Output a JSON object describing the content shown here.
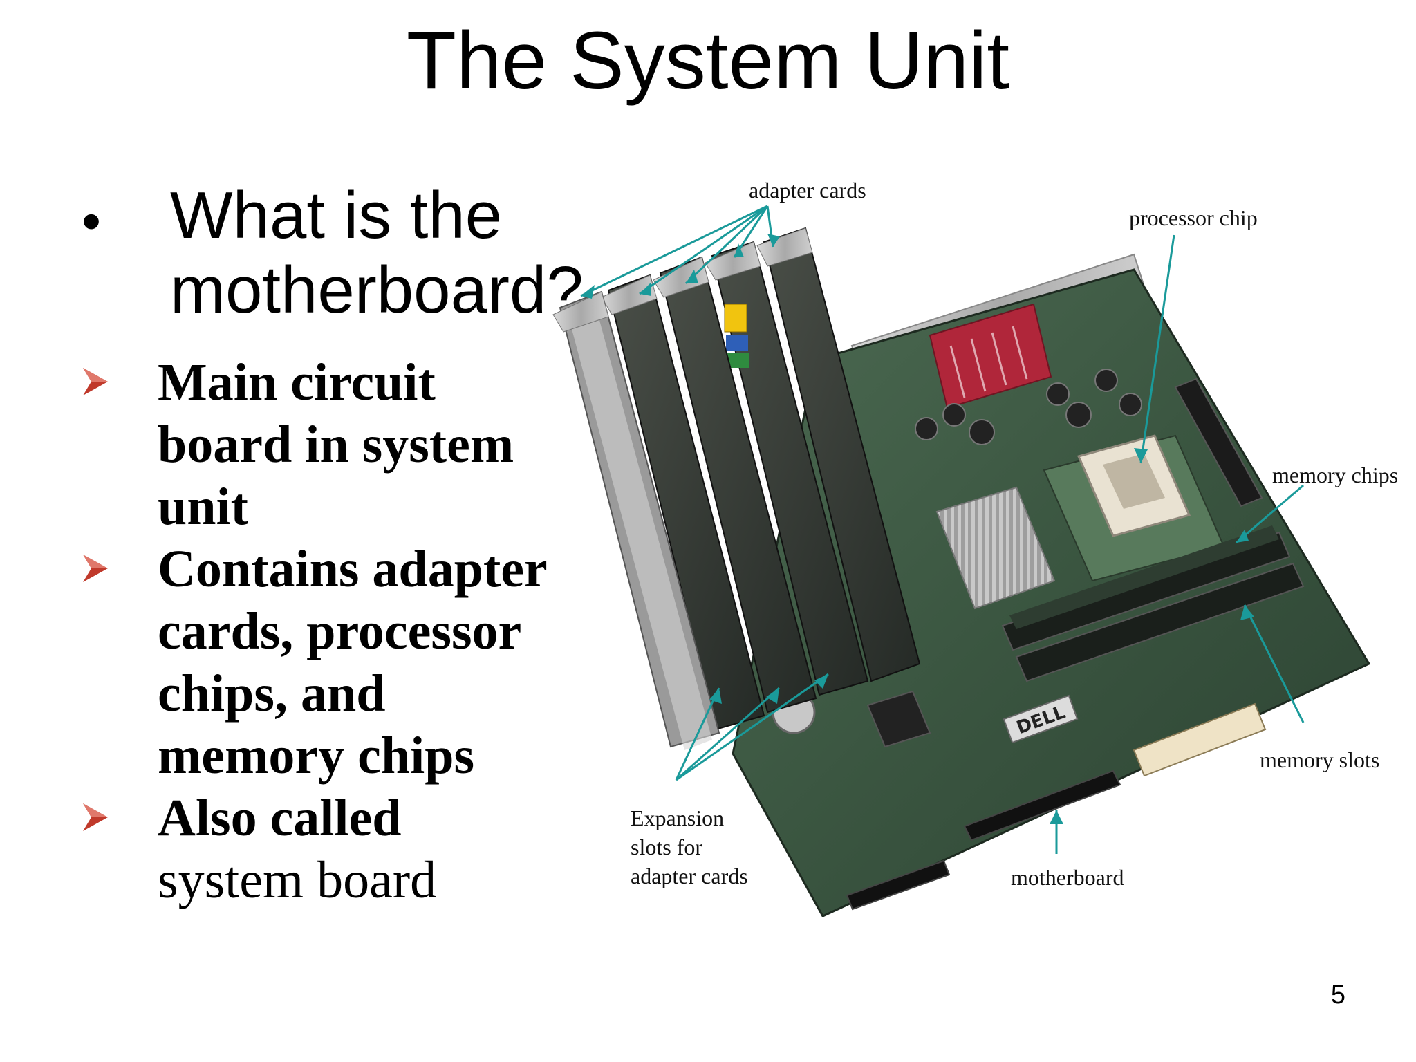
{
  "slide": {
    "title": "The System Unit",
    "question": "What is the motherboard?",
    "bullets": [
      {
        "bold": "Main circuit board in system unit",
        "normal": ""
      },
      {
        "bold": "Contains adapter cards, processor chips, and memory chips",
        "normal": ""
      },
      {
        "bold": "Also called",
        "normal": "system board"
      }
    ],
    "page_number": "5"
  },
  "figure": {
    "labels": {
      "adapter_cards": "adapter cards",
      "processor_chip": "processor chip",
      "memory_chips": "memory chips",
      "memory_slots": "memory slots",
      "motherboard": "motherboard",
      "expansion_1": "Expansion",
      "expansion_2": "slots for",
      "expansion_3": "adapter cards"
    },
    "brand": "DELL",
    "colors": {
      "leader_line": "#1a9a9a",
      "bullet_arrow": "#c0392b",
      "pcb": "#3f5a45",
      "metal": "#b8b8b8"
    }
  }
}
